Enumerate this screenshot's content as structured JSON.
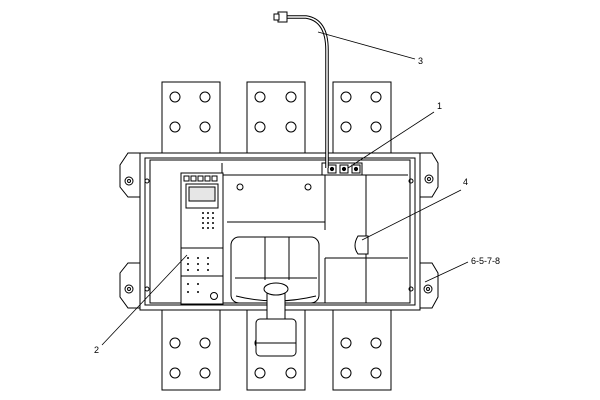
{
  "callouts": {
    "c1": "1",
    "c2": "2",
    "c3": "3",
    "c4": "4",
    "c5": "6-5-7-8"
  },
  "colors": {
    "stroke": "#000000",
    "fill": "#ffffff",
    "shade": "#e6e6e6"
  }
}
